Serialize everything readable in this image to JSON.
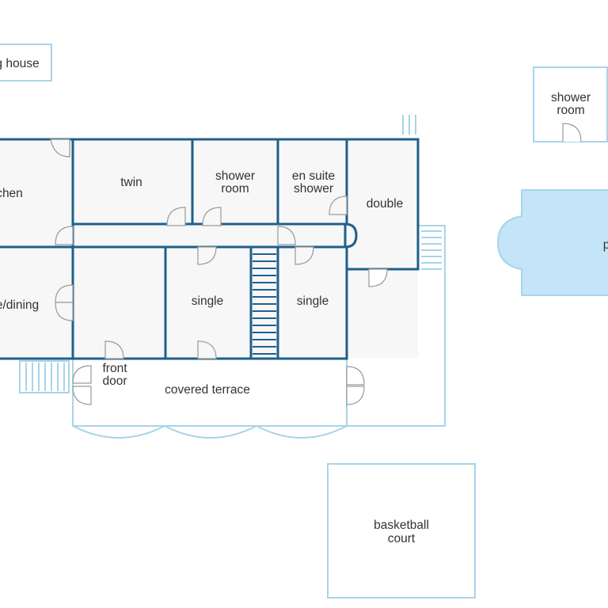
{
  "colors": {
    "wall": "#1f5f8b",
    "outline": "#a8d4ea",
    "room_fill": "#f7f7f7",
    "pool_fill": "#c4e4f7",
    "door": "#9a9a9a",
    "text": "#333333"
  },
  "labels": {
    "outbuilding": "g house",
    "kitchen": "chen",
    "twin": "twin",
    "shower_room_main": [
      "shower",
      "room"
    ],
    "en_suite": [
      "en suite",
      "shower"
    ],
    "double": "double",
    "living_dining": "e/dining",
    "single_left": "single",
    "single_right": "single",
    "front_door": [
      "front",
      "door"
    ],
    "covered_terrace": "covered terrace",
    "shower_room_pool": [
      "shower",
      "room"
    ],
    "pool": "p",
    "basketball_court": [
      "basketball",
      "court"
    ]
  }
}
